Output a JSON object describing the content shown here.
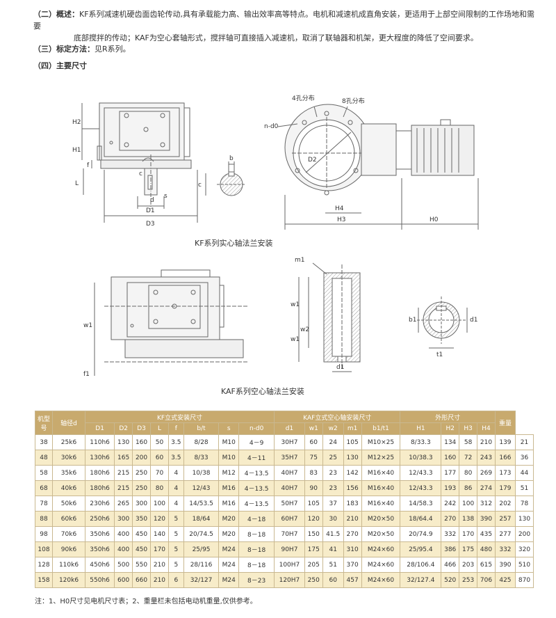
{
  "section2": {
    "num": "（二）",
    "title": "概述：",
    "line1": "KF系列减速机硬齿面齿轮传动,具有承载能力高、输出效率高等特点。电机和减速机成直角安装，更适用于上部空间限制的工作场地和需要",
    "line2": "底部搅拌的传动；KAF为空心套轴形式，搅拌轴可直接插入减速机，取消了联轴器和机架，更大程度的降低了空间要求。"
  },
  "section3": {
    "num": "（三）",
    "title": "标定方法：",
    "text": "见R系列。"
  },
  "section4": {
    "num": "（四）",
    "title": "主要尺寸"
  },
  "figures": {
    "kf_caption": "KF系列实心轴法兰安装",
    "kaf_caption": "KAF系列空心轴法兰安装",
    "labels": {
      "h2": "H2",
      "h1": "H1",
      "f": "f",
      "l": "L",
      "c": "c",
      "d": "d",
      "s": "s",
      "d1": "D1",
      "d3": "D3",
      "b": "b",
      "holes4": "4孔分布",
      "holes8": "8孔分布",
      "nd0": "n-d0",
      "d2": "D2",
      "h4": "H4",
      "h3": "H3",
      "h0": "H0",
      "m1": "m1",
      "w1": "w1",
      "w2": "w2",
      "f1": "f1",
      "d1s": "d1",
      "b1": "b1",
      "t1": "t1"
    }
  },
  "table": {
    "col_model": "机型号",
    "col_shaft": "轴径d",
    "group_kf": "KF立式安装尺寸",
    "group_kaf": "KAF立式空心轴安装尺寸",
    "group_outline": "外形尺寸",
    "col_weight": "重量",
    "kf_cols": [
      "D1",
      "D2",
      "D3",
      "L",
      "f",
      "b/t",
      "s",
      "n-d0"
    ],
    "kaf_cols": [
      "d1",
      "w1",
      "w2",
      "m1",
      "b1/t1"
    ],
    "outline_cols": [
      "H1",
      "H2",
      "H3",
      "H4"
    ],
    "rows": [
      [
        "38",
        "25k6",
        "110h6",
        "130",
        "160",
        "50",
        "3.5",
        "8/28",
        "M10",
        "4－9",
        "30H7",
        "60",
        "24",
        "105",
        "M10×25",
        "8/33.3",
        "134",
        "58",
        "210",
        "139",
        "21"
      ],
      [
        "48",
        "30k6",
        "130h6",
        "165",
        "200",
        "60",
        "3.5",
        "8/33",
        "M10",
        "4－11",
        "35H7",
        "75",
        "25",
        "130",
        "M12×25",
        "10/38.3",
        "160",
        "72",
        "243",
        "166",
        "36"
      ],
      [
        "58",
        "35k6",
        "180h6",
        "215",
        "250",
        "70",
        "4",
        "10/38",
        "M12",
        "4－13.5",
        "40H7",
        "83",
        "23",
        "142",
        "M16×40",
        "12/43.3",
        "177",
        "80",
        "269",
        "173",
        "44"
      ],
      [
        "68",
        "40k6",
        "180h6",
        "215",
        "250",
        "80",
        "4",
        "12/43",
        "M16",
        "4－13.5",
        "40H7",
        "90",
        "23",
        "156",
        "M16×40",
        "12/43.3",
        "193",
        "86",
        "274",
        "179",
        "51"
      ],
      [
        "78",
        "50k6",
        "230h6",
        "265",
        "300",
        "100",
        "4",
        "14/53.5",
        "M16",
        "4－13.5",
        "50H7",
        "105",
        "37",
        "183",
        "M16×40",
        "14/58.3",
        "242",
        "100",
        "312",
        "202",
        "78"
      ],
      [
        "88",
        "60k6",
        "250h6",
        "300",
        "350",
        "120",
        "5",
        "18/64",
        "M20",
        "4－18",
        "60H7",
        "120",
        "30",
        "210",
        "M20×50",
        "18/64.4",
        "270",
        "138",
        "390",
        "257",
        "130"
      ],
      [
        "98",
        "70k6",
        "350h6",
        "400",
        "450",
        "140",
        "5",
        "20/74.5",
        "M20",
        "8－18",
        "70H7",
        "150",
        "41.5",
        "270",
        "M20×50",
        "20/74.9",
        "332",
        "170",
        "435",
        "277",
        "200"
      ],
      [
        "108",
        "90k6",
        "350h6",
        "400",
        "450",
        "170",
        "5",
        "25/95",
        "M24",
        "8－18",
        "90H7",
        "175",
        "41",
        "310",
        "M24×60",
        "25/95.4",
        "386",
        "175",
        "480",
        "332",
        "320"
      ],
      [
        "128",
        "110k6",
        "450h6",
        "500",
        "550",
        "210",
        "5",
        "28/116",
        "M24",
        "8－18",
        "100H7",
        "205",
        "51",
        "370",
        "M24×60",
        "28/106.4",
        "466",
        "203",
        "615",
        "390",
        "510"
      ],
      [
        "158",
        "120k6",
        "550h6",
        "600",
        "660",
        "210",
        "6",
        "32/127",
        "M24",
        "8－23",
        "120H7",
        "250",
        "60",
        "457",
        "M24×60",
        "32/127.4",
        "520",
        "253",
        "706",
        "425",
        "870"
      ]
    ]
  },
  "note": "注：1、H0尺寸见电机尺寸表；2、重量栏未包括电动机重量,仅供参考。"
}
